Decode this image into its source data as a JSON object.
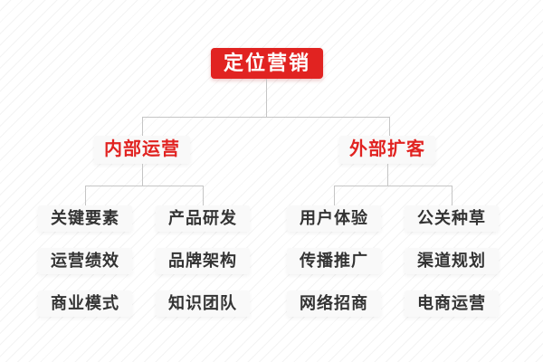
{
  "colors": {
    "accent_red": "#e12321",
    "connector_gray": "#c5c5c5",
    "node_background": "#f9f9f9",
    "leaf_text": "#333333",
    "background_stripe": "#f3f3f3"
  },
  "tree": {
    "root": {
      "label": "定位营销"
    },
    "branches": [
      {
        "label": "内部运营",
        "children": [
          "关键要素",
          "产品研发",
          "运营绩效",
          "品牌架构",
          "商业模式",
          "知识团队"
        ]
      },
      {
        "label": "外部扩客",
        "children": [
          "用户体验",
          "公关种草",
          "传播推广",
          "渠道规划",
          "网络招商",
          "电商运营"
        ]
      }
    ]
  }
}
